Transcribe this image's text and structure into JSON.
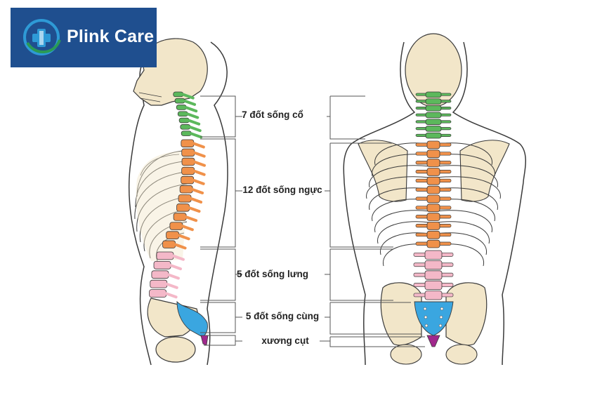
{
  "brand": {
    "name": "Plink Care",
    "logo_icon": "medical-cross-icon",
    "bg_color": "#1f4f8f",
    "accent_color": "#2e9ad6"
  },
  "colors": {
    "bone": "#f2e6c9",
    "outline": "#3a3a3a",
    "cervical": "#5cb85c",
    "thoracic": "#f0914a",
    "lumbar": "#f4b8c8",
    "sacrum": "#3aa6e0",
    "coccyx": "#a0288c"
  },
  "labels": [
    {
      "key": "cervical",
      "text": "7 đốt sống cổ"
    },
    {
      "key": "thoracic",
      "text": "12 đốt sống ngực"
    },
    {
      "key": "lumbar",
      "text": "5 đốt sống lưng"
    },
    {
      "key": "sacrum",
      "text": "5 đốt sống cùng"
    },
    {
      "key": "coccyx",
      "text": "xương cụt"
    }
  ]
}
